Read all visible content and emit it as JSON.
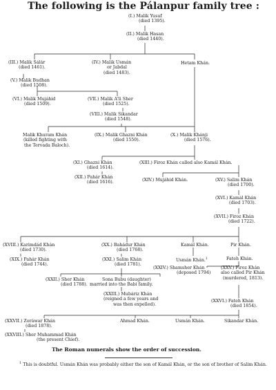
{
  "title": "The following is the Pálanpur family tree :",
  "nodes": [
    {
      "id": "n1",
      "lines": [
        "(I.) Malik Yusuf",
        "(died 1395)."
      ]
    },
    {
      "id": "n2",
      "lines": [
        "(II.) Malik Hasan",
        "(died 1440)."
      ]
    },
    {
      "id": "n3",
      "lines": [
        "(III.) Malik Sálár",
        "(died 1461)."
      ]
    },
    {
      "id": "n4",
      "lines": [
        "(IV.) Malik Usmán",
        "or Jabdal",
        "(died 1483)."
      ]
    },
    {
      "id": "n5",
      "lines": [
        "Hetam Khán."
      ]
    },
    {
      "id": "n6",
      "lines": [
        "(V.) Malik Budhan",
        "(died 1508)."
      ]
    },
    {
      "id": "n7",
      "lines": [
        "(VI.) Malik Mujáhid",
        "(died 1509)."
      ]
    },
    {
      "id": "n8",
      "lines": [
        "(VII.) Malik A'li Sher",
        "(died 1525)."
      ]
    },
    {
      "id": "n9",
      "lines": [
        "(VIII.) Malik Sikandar",
        "(died 1548)."
      ]
    },
    {
      "id": "n10",
      "lines": [
        "Malik Khuram Khán",
        "(killed fighting with",
        "the Tervada Baloch)."
      ]
    },
    {
      "id": "n11",
      "lines": [
        "(IX.) Malik Ghazni Khán",
        "(died 1550)."
      ]
    },
    {
      "id": "n12",
      "lines": [
        "(X.) Malik Khánji",
        "(died 1576)."
      ]
    },
    {
      "id": "n13",
      "lines": [
        "(XI.) Ghazni Khán",
        "(died 1614)."
      ]
    },
    {
      "id": "n14",
      "lines": [
        "(XIII.) Firoz Khán called also Kamál Khán."
      ]
    },
    {
      "id": "n15",
      "lines": [
        "(XII.) Pahár Khán",
        "(died 1616)."
      ]
    },
    {
      "id": "n16",
      "lines": [
        "(XIV.) Mujáhid Khán."
      ]
    },
    {
      "id": "n17",
      "lines": [
        "(XV.) Salim Khán",
        "(died 1700)."
      ]
    },
    {
      "id": "n18",
      "lines": [
        "(XVI.) Kamál Khán",
        "(died 1703)."
      ]
    },
    {
      "id": "n19",
      "lines": [
        "(XVII.) Firoz Khán",
        "(died 1722)."
      ]
    },
    {
      "id": "n20",
      "lines": [
        "(XVIII.) Karimdád Khán",
        "(died 1730)."
      ]
    },
    {
      "id": "n21",
      "lines": [
        "(XX.) Bahádur Khán",
        "(died 1768)."
      ]
    },
    {
      "id": "n22",
      "lines": [
        "Kamál Khán."
      ]
    },
    {
      "id": "n23",
      "lines": [
        "Pir Khán."
      ]
    },
    {
      "id": "n24",
      "lines": [
        "(XIX.) Pahár Khán",
        "(died 1744)."
      ]
    },
    {
      "id": "n25",
      "lines": [
        "(XXI.) Salim Khán",
        "(died 1781)."
      ]
    },
    {
      "id": "n26",
      "lines": [
        "Usmán Khán."
      ]
    },
    {
      "id": "n27",
      "lines": [
        "Fateh Khán."
      ]
    },
    {
      "id": "n28",
      "lines": [
        "(XXIV.) Shamsher Khán",
        "(deposed 1794)"
      ]
    },
    {
      "id": "n29",
      "lines": [
        "(XXV.) Firoz Khán",
        "also called Pir Khán",
        "(murdered, 1813)."
      ]
    },
    {
      "id": "n30",
      "lines": [
        "(XXII.) Sher Khán",
        "(died 1788)."
      ]
    },
    {
      "id": "n31",
      "lines": [
        "Sona Bubu (daughter)",
        "married into the Babi family."
      ]
    },
    {
      "id": "n32",
      "lines": [
        "(XXIII.) Mubáriz Khán",
        "(reigned a few years and",
        "was then expelled)."
      ]
    },
    {
      "id": "n33",
      "lines": [
        "(XXVI.) Fateh Khán",
        "(died 1854)."
      ]
    },
    {
      "id": "n34",
      "lines": [
        "(XXVII.) Zoráwar Khán",
        "(died 1878)."
      ]
    },
    {
      "id": "n35",
      "lines": [
        "Ahmad Khán."
      ]
    },
    {
      "id": "n36",
      "lines": [
        "Usmán Khán."
      ]
    },
    {
      "id": "n37",
      "lines": [
        "Sikandar Khán."
      ]
    },
    {
      "id": "n38",
      "lines": [
        "(XXVIII.) Sher Muhammad Khán",
        "(the present Chief)."
      ]
    }
  ],
  "footnote_marker": "1",
  "note": "The Roman numerals show the order of succession.",
  "footnote": "This is doubtful. Usmán Khán was probably either the son of Kamál Khán, or the son of brother of Salim Khán."
}
